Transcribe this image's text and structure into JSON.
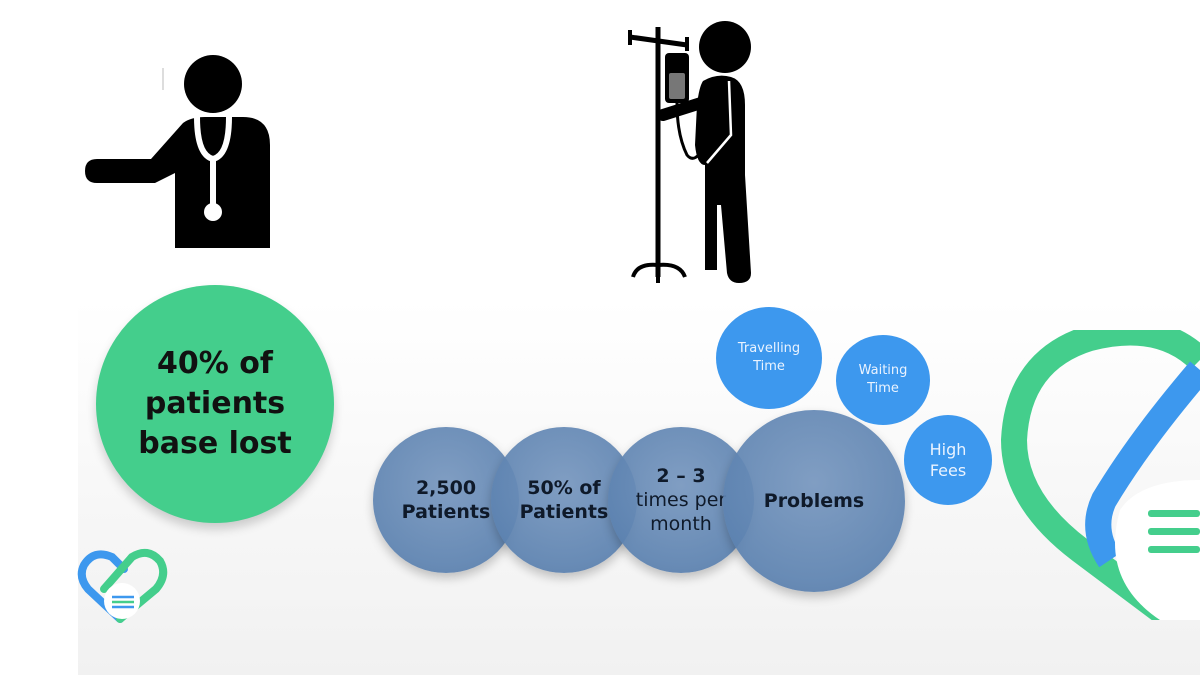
{
  "stat_circle": {
    "line1": "40% of",
    "line2": "patients",
    "line3": "base lost"
  },
  "flow": {
    "patients": {
      "line1": "2,500",
      "line2": "Patients"
    },
    "percent": {
      "line1": "50% of",
      "line2": "Patients"
    },
    "frequency": {
      "line1": "2 – 3",
      "line2": "times per",
      "line3": "month"
    },
    "problems": {
      "label": "Problems"
    }
  },
  "problem_bubbles": {
    "travelling": {
      "line1": "Travelling",
      "line2": "Time"
    },
    "waiting": {
      "line1": "Waiting",
      "line2": "Time"
    },
    "fees": {
      "line1": "High",
      "line2": "Fees"
    }
  },
  "colors": {
    "accent_green": "#44ce8c",
    "accent_blue": "#3d98ee",
    "steel_blue": "#5c82b0"
  },
  "icons": [
    "doctor-icon",
    "patient-iv-drip-icon",
    "heart-drop-logo-icon"
  ]
}
